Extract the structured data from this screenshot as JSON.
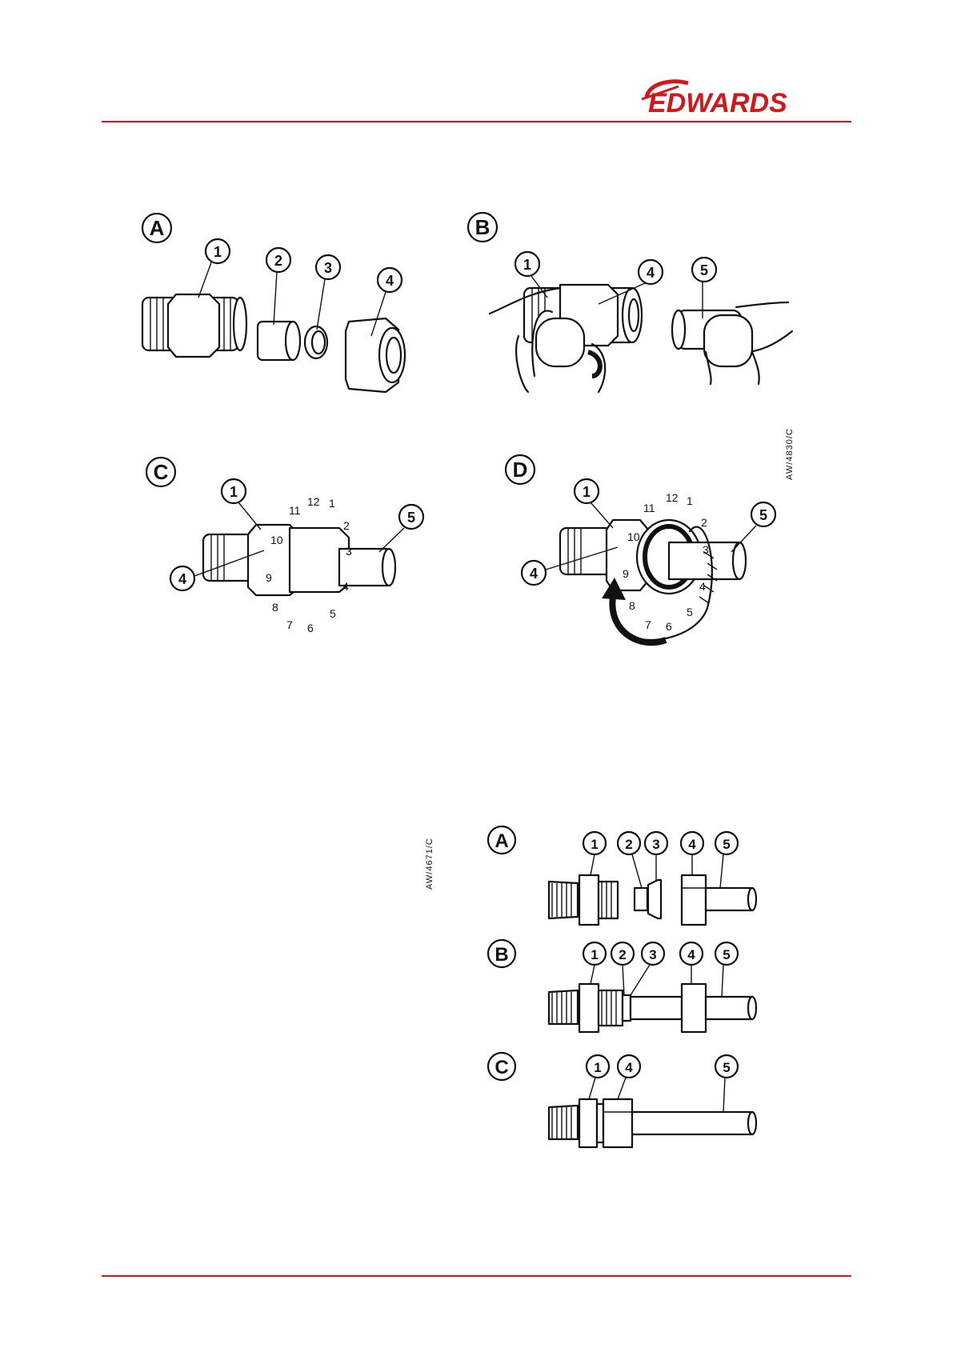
{
  "header": {
    "logo_text": "EDWARDS",
    "brand_color": "#d4161b"
  },
  "figure_top": {
    "panel_labels": [
      "A",
      "B",
      "C",
      "D"
    ],
    "panel_a": {
      "callouts": [
        "1",
        "2",
        "3",
        "4"
      ]
    },
    "panel_b": {
      "callouts": [
        "1",
        "4",
        "5"
      ]
    },
    "panel_c": {
      "callouts": [
        "1",
        "4",
        "5"
      ],
      "clock_numbers": [
        "12",
        "1",
        "2",
        "3",
        "4",
        "5",
        "6",
        "7",
        "8",
        "9",
        "10",
        "11"
      ]
    },
    "panel_d": {
      "callouts": [
        "1",
        "4",
        "5"
      ],
      "clock_numbers": [
        "12",
        "1",
        "2",
        "3",
        "4",
        "5",
        "6",
        "7",
        "8",
        "9",
        "10",
        "11"
      ],
      "arrow": "curved-arrow-icon"
    },
    "reference": "AW/4830/C"
  },
  "figure_bottom": {
    "reference": "AW/4671/C",
    "rows": [
      {
        "label": "A",
        "callouts": [
          "1",
          "2",
          "3",
          "4",
          "5"
        ]
      },
      {
        "label": "B",
        "callouts": [
          "1",
          "2",
          "3",
          "4",
          "5"
        ]
      },
      {
        "label": "C",
        "callouts": [
          "1",
          "4",
          "5"
        ]
      }
    ]
  }
}
